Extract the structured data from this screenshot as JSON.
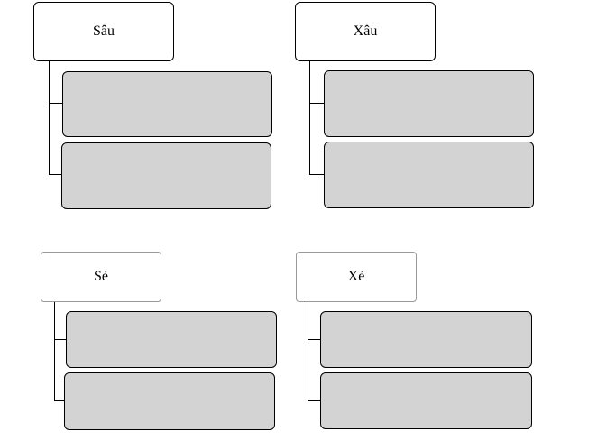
{
  "groups": [
    {
      "title": "Sâu",
      "slots": [
        "",
        ""
      ]
    },
    {
      "title": "Xâu",
      "slots": [
        "",
        ""
      ]
    },
    {
      "title": "Sẻ",
      "slots": [
        "",
        ""
      ]
    },
    {
      "title": "Xẻ",
      "slots": [
        "",
        ""
      ]
    }
  ],
  "colors": {
    "slot_fill": "#d3d3d3",
    "line": "#000000",
    "background": "#ffffff"
  }
}
